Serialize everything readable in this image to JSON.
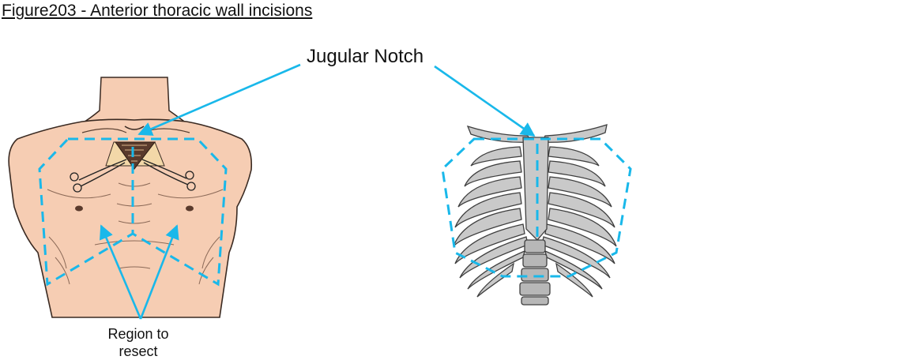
{
  "figure": {
    "title": "Figure203 - Anterior thoracic wall incisions"
  },
  "callouts": {
    "jugular_notch": "Jugular Notch",
    "region_to_resect": "Region to resect"
  },
  "colors": {
    "annotation": "#19b8ea",
    "skin": "#f6cdb3",
    "skin_outline": "#3a2a22",
    "bone": "#c9c9c9",
    "bone_outline": "#3f3f3f",
    "wound": "#f3d8a8"
  },
  "illustrations": {
    "left": "torso-front-view",
    "right": "rib-cage-front-view"
  }
}
